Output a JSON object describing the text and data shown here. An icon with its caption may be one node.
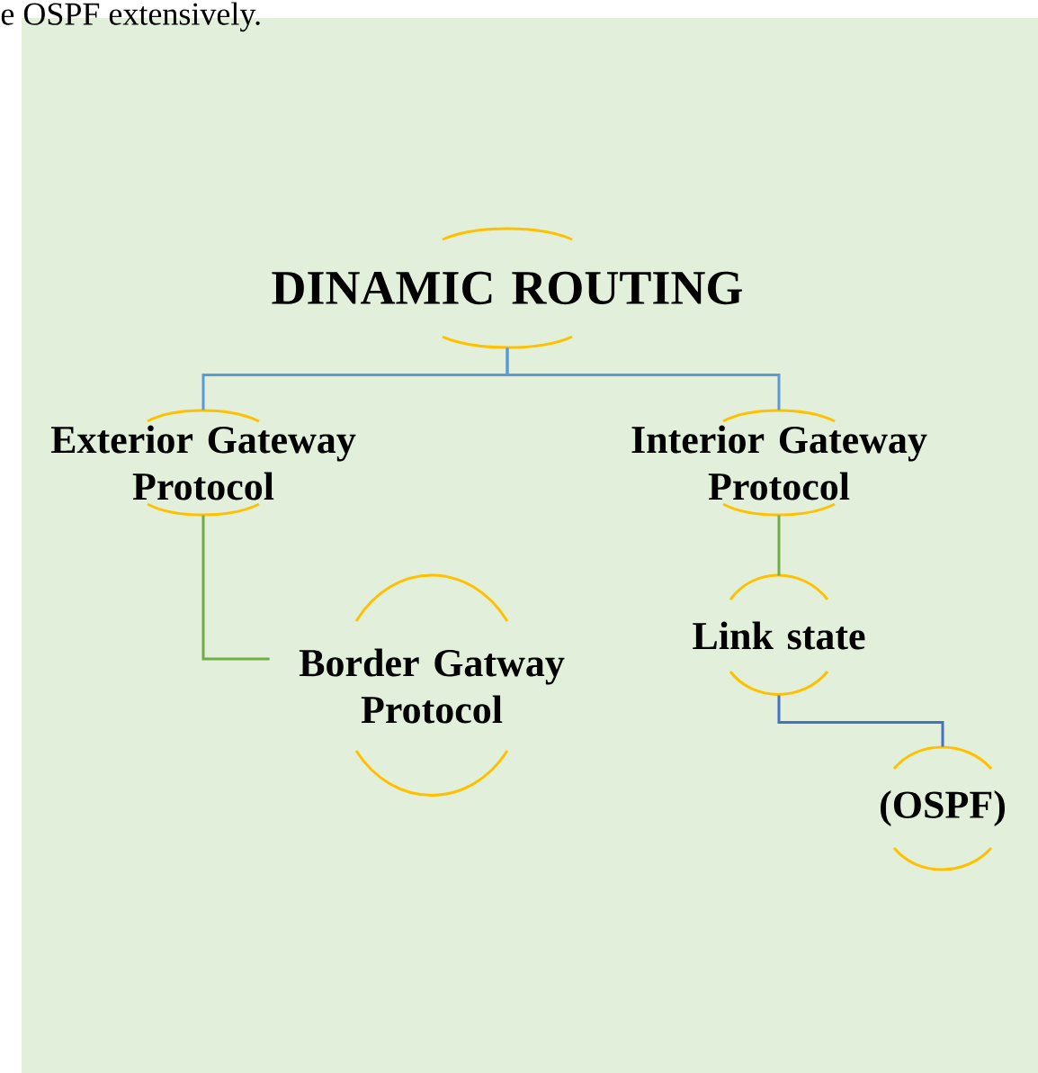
{
  "diagram": {
    "nodes": [
      {
        "text": [
          "DINAMIC ROUTING"
        ]
      },
      {
        "text": [
          "Exterior Gateway Protocol"
        ]
      },
      {
        "text": [
          "Interior Gateway Protocol"
        ]
      },
      {
        "text": [
          "Border Gatway Protocol"
        ]
      },
      {
        "text": [
          "Link state"
        ]
      },
      {
        "text": [
          "(OSPF)"
        ]
      }
    ],
    "edges": [
      {
        "from": 0,
        "to": 1,
        "arrow": "none"
      },
      {
        "from": 0,
        "to": 2,
        "arrow": "none"
      },
      {
        "from": 1,
        "to": 3,
        "arrow": "none",
        "color": "#70ad47"
      },
      {
        "from": 2,
        "to": 4,
        "arrow": "none",
        "color": "#70ad47"
      },
      {
        "from": 4,
        "to": 5,
        "arrow": "none",
        "color": "#4472c4"
      }
    ],
    "labels": [
      "e OSPF extensively."
    ]
  }
}
